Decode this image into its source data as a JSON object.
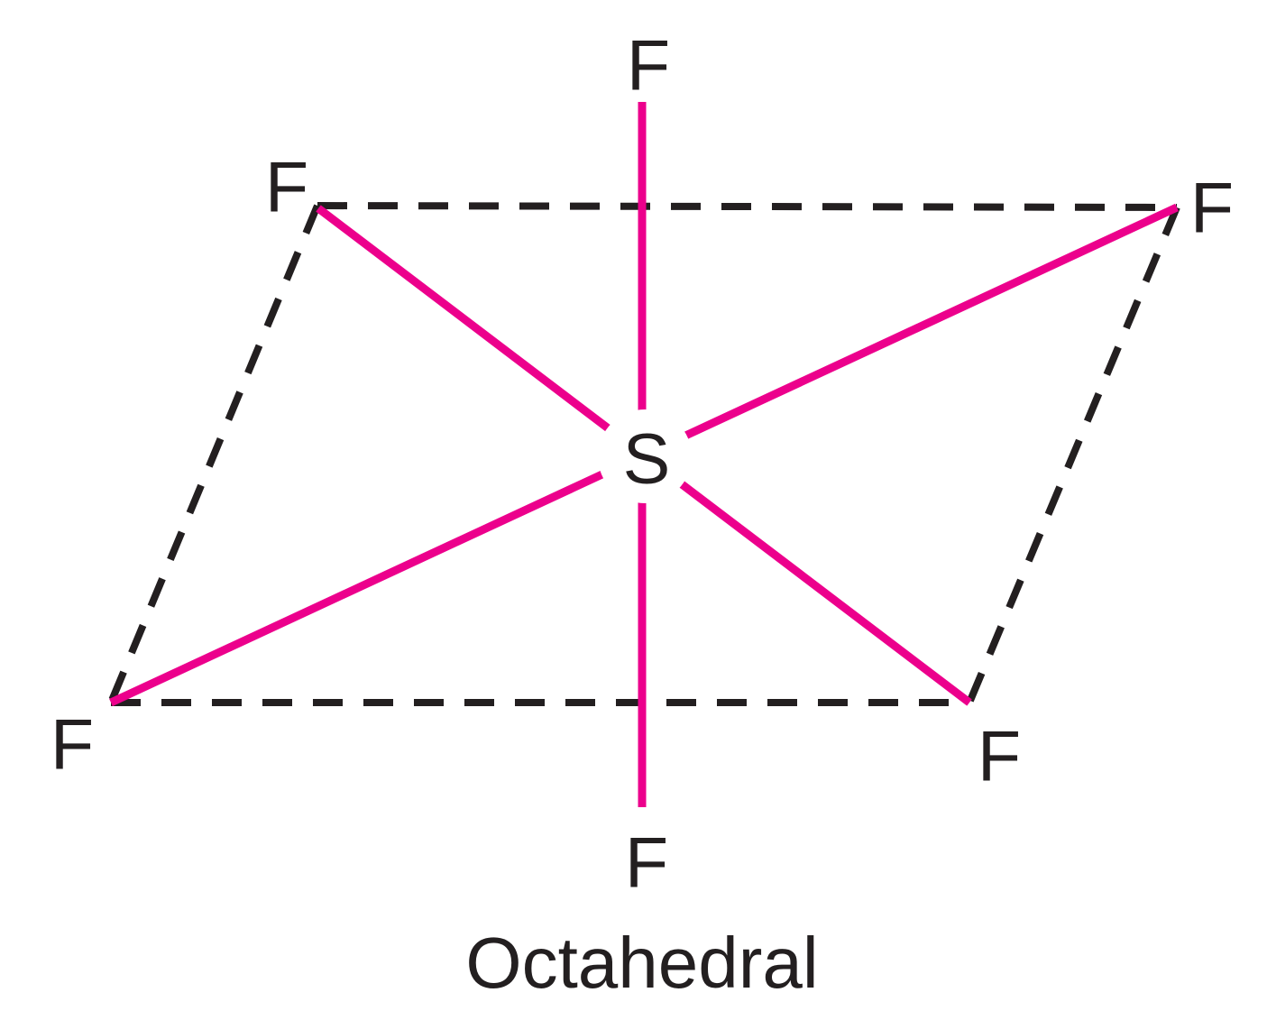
{
  "figure": {
    "caption": "Octahedral"
  },
  "molecule": {
    "central_atom": {
      "symbol": "S"
    },
    "ligands": [
      {
        "position": "axial-top",
        "symbol": "F"
      },
      {
        "position": "equatorial-top-left",
        "symbol": "F"
      },
      {
        "position": "equatorial-top-right",
        "symbol": "F"
      },
      {
        "position": "equatorial-bottom-left",
        "symbol": "F"
      },
      {
        "position": "equatorial-bottom-right",
        "symbol": "F"
      },
      {
        "position": "axial-bottom",
        "symbol": "F"
      }
    ]
  },
  "colors": {
    "bond": "#EC008C",
    "dashed_line": "#231F20",
    "text": "#231F20",
    "background": "#FFFFFF"
  }
}
